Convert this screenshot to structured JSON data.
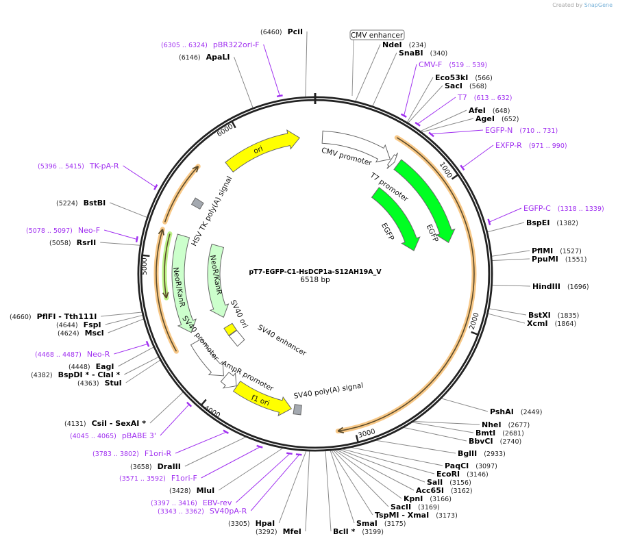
{
  "credit": {
    "prefix": "Created by",
    "brand": "SnapGene"
  },
  "plasmid": {
    "name": "pT7-EGFP-C1-HsDCP1a-S12AH19A_V",
    "length_label": "6518 bp",
    "length": 6518
  },
  "tick_labels": [
    "1000",
    "2000",
    "3000",
    "4000",
    "5000",
    "6000"
  ],
  "colors": {
    "backbone": "#222222",
    "primer": "#a030f0",
    "orf": "#f7c27a",
    "yellow": "#ffff00",
    "green": "#00ff22",
    "light_green": "#ccffcc",
    "gray_box": "#a4a9b0",
    "white": "#ffffff"
  },
  "features": [
    {
      "name": "CMV promoter",
      "start": 55,
      "end": 600,
      "dir": 1,
      "ring": "a",
      "color": "#ffffff",
      "shape": "arrow"
    },
    {
      "name": "T7 promoter",
      "start": 608,
      "end": 640,
      "dir": 1,
      "ring": "a",
      "color": "#ffffff",
      "shape": "arrow"
    },
    {
      "name": "EGFP",
      "start": 670,
      "end": 1390,
      "dir": 1,
      "ring": "a",
      "color": "#00ff22",
      "shape": "arrow"
    },
    {
      "name": "EGFP",
      "start": 660,
      "end": 1390,
      "dir": 1,
      "ring": "b",
      "color": "#00ff22",
      "shape": "arrow"
    },
    {
      "name": "ori",
      "start": 5815,
      "end": 6400,
      "dir": 1,
      "ring": "a",
      "color": "#ffff00",
      "shape": "arrow"
    },
    {
      "name": "HSV TK poly(A) signal",
      "start": 5420,
      "end": 5475,
      "dir": 0,
      "ring": "a",
      "color": "#a4a9b0",
      "shape": "box"
    },
    {
      "name": "NeoR/KanR",
      "start": 4429,
      "end": 5180,
      "dir": -1,
      "ring": "a",
      "color": "#ccffcc",
      "shape": "arrow"
    },
    {
      "name": "NeoR/KanR",
      "start": 4429,
      "end": 5180,
      "dir": -1,
      "ring": "b",
      "color": "#ccffcc",
      "shape": "arrow"
    },
    {
      "name": "SV40 ori",
      "start": 4245,
      "end": 4330,
      "dir": 0,
      "ring": "b",
      "color": "#ffff00",
      "shape": "box"
    },
    {
      "name": "SV40 enhancer",
      "start": 4110,
      "end": 4240,
      "dir": 0,
      "ring": "b",
      "color": "#ffffff",
      "shape": "box"
    },
    {
      "name": "SV40 promoter",
      "start": 4018,
      "end": 4350,
      "dir": -1,
      "ring": "a",
      "color": "#ffffff",
      "shape": "arrow"
    },
    {
      "name": "AmpR promoter",
      "start": 3895,
      "end": 4005,
      "dir": -1,
      "ring": "a",
      "color": "#ffffff",
      "shape": "arrow"
    },
    {
      "name": "f1 ori",
      "start": 3440,
      "end": 3890,
      "dir": -1,
      "ring": "a",
      "color": "#ffff00",
      "shape": "arrow"
    },
    {
      "name": "SV40 poly(A) signal",
      "start": 3365,
      "end": 3420,
      "dir": 0,
      "ring": "a",
      "color": "#a4a9b0",
      "shape": "box"
    }
  ],
  "orfs": [
    {
      "start": 560,
      "end": 3110,
      "dir": 1,
      "color": "#f7c27a"
    },
    {
      "start": 5233,
      "end": 5660,
      "dir": 1,
      "color": "#f7c27a"
    },
    {
      "start": 4360,
      "end": 5184,
      "dir": 1,
      "color": "#f7c27a"
    },
    {
      "start": 4722,
      "end": 5168,
      "dir": -1,
      "color": "#b5f07a"
    }
  ],
  "top_feature_label": {
    "name": "CMV enhancer"
  },
  "sites": [
    {
      "name": "PciI",
      "pos": "(6460)",
      "bp": 6460
    },
    {
      "name": "NdeI",
      "pos": "(234)",
      "bp": 234
    },
    {
      "name": "SnaBI",
      "pos": "(340)",
      "bp": 340
    },
    {
      "name": "Eco53kI",
      "pos": "(566)",
      "bp": 566
    },
    {
      "name": "SacI",
      "pos": "(568)",
      "bp": 568
    },
    {
      "name": "AfeI",
      "pos": "(648)",
      "bp": 648
    },
    {
      "name": "AgeI",
      "pos": "(652)",
      "bp": 652
    },
    {
      "name": "BspEI",
      "pos": "(1382)",
      "bp": 1382
    },
    {
      "name": "PflMI",
      "pos": "(1527)",
      "bp": 1527
    },
    {
      "name": "PpuMI",
      "pos": "(1551)",
      "bp": 1551
    },
    {
      "name": "HindIII",
      "pos": "(1696)",
      "bp": 1696
    },
    {
      "name": "BstXI",
      "pos": "(1835)",
      "bp": 1835
    },
    {
      "name": "XcmI",
      "pos": "(1864)",
      "bp": 1864
    },
    {
      "name": "PshAI",
      "pos": "(2449)",
      "bp": 2449
    },
    {
      "name": "NheI",
      "pos": "(2677)",
      "bp": 2677
    },
    {
      "name": "BmtI",
      "pos": "(2681)",
      "bp": 2681
    },
    {
      "name": "BbvCI",
      "pos": "(2740)",
      "bp": 2740
    },
    {
      "name": "BglII",
      "pos": "(2933)",
      "bp": 2933
    },
    {
      "name": "PaqCI",
      "pos": "(3097)",
      "bp": 3097
    },
    {
      "name": "EcoRI",
      "pos": "(3146)",
      "bp": 3146
    },
    {
      "name": "SalI",
      "pos": "(3156)",
      "bp": 3156
    },
    {
      "name": "Acc65I",
      "pos": "(3162)",
      "bp": 3162
    },
    {
      "name": "KpnI",
      "pos": "(3166)",
      "bp": 3166
    },
    {
      "name": "SacII",
      "pos": "(3169)",
      "bp": 3169
    },
    {
      "name": "TspMI  - XmaI",
      "pos": "(3173)",
      "bp": 3173
    },
    {
      "name": "SmaI",
      "pos": "(3175)",
      "bp": 3175
    },
    {
      "name": "BclI *",
      "pos": "(3199)",
      "bp": 3199
    },
    {
      "name": "MfeI",
      "pos": "(3292)",
      "bp": 3292
    },
    {
      "name": "HpaI",
      "pos": "(3305)",
      "bp": 3305
    },
    {
      "name": "MluI",
      "pos": "(3428)",
      "bp": 3428
    },
    {
      "name": "DraIII",
      "pos": "(3658)",
      "bp": 3658
    },
    {
      "name": "CsiI  - SexAI *",
      "pos": "(4131)",
      "bp": 4131
    },
    {
      "name": "StuI",
      "pos": "(4363)",
      "bp": 4363
    },
    {
      "name": "BspDI *  - ClaI *",
      "pos": "(4382)",
      "bp": 4382
    },
    {
      "name": "EagI",
      "pos": "(4448)",
      "bp": 4448
    },
    {
      "name": "MscI",
      "pos": "(4624)",
      "bp": 4624
    },
    {
      "name": "FspI",
      "pos": "(4644)",
      "bp": 4644
    },
    {
      "name": "PflFI  - Tth111I",
      "pos": "(4660)",
      "bp": 4660
    },
    {
      "name": "RsrII",
      "pos": "(5058)",
      "bp": 5058
    },
    {
      "name": "BstBI",
      "pos": "(5224)",
      "bp": 5224
    },
    {
      "name": "ApaLI",
      "pos": "(6146)",
      "bp": 6146
    }
  ],
  "primers": [
    {
      "name": "pBR322ori-F",
      "pos": "(6305 .. 6324)",
      "start": 6305,
      "end": 6324
    },
    {
      "name": "TK-pA-R",
      "pos": "(5396 .. 5415)",
      "start": 5396,
      "end": 5415
    },
    {
      "name": "Neo-F",
      "pos": "(5078 .. 5097)",
      "start": 5078,
      "end": 5097
    },
    {
      "name": "Neo-R",
      "pos": "(4468 .. 4487)",
      "start": 4468,
      "end": 4487
    },
    {
      "name": "pBABE 3'",
      "pos": "(4045 .. 4065)",
      "start": 4045,
      "end": 4065
    },
    {
      "name": "F1ori-R",
      "pos": "(3783 .. 3802)",
      "start": 3783,
      "end": 3802
    },
    {
      "name": "F1ori-F",
      "pos": "(3571 .. 3592)",
      "start": 3571,
      "end": 3592
    },
    {
      "name": "EBV-rev",
      "pos": "(3397 .. 3416)",
      "start": 3397,
      "end": 3416
    },
    {
      "name": "SV40pA-R",
      "pos": "(3343 .. 3362)",
      "start": 3343,
      "end": 3362
    },
    {
      "name": "CMV-F",
      "pos": "(519 .. 539)",
      "start": 519,
      "end": 539
    },
    {
      "name": "T7",
      "pos": "(613 .. 632)",
      "start": 613,
      "end": 632
    },
    {
      "name": "EGFP-N",
      "pos": "(710 .. 731)",
      "start": 710,
      "end": 731
    },
    {
      "name": "EXFP-R",
      "pos": "(971 .. 990)",
      "start": 971,
      "end": 990
    },
    {
      "name": "EGFP-C",
      "pos": "(1318 .. 1339)",
      "start": 1318,
      "end": 1339
    }
  ]
}
